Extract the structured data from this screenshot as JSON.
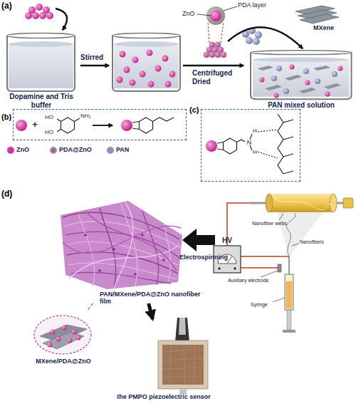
{
  "diagram": {
    "nodes": [
      {
        "text": [
          "Dopamine and Tris buffer"
        ]
      },
      {
        "text": [
          "PAN mixed solution"
        ]
      },
      {
        "text": [
          "HO",
          "HO",
          "NH₂",
          "+"
        ]
      },
      {
        "text": [
          "N",
          "H",
          "H"
        ]
      },
      {
        "text": [
          "PAN/MXene/PDA@ZnO nanofiber film"
        ]
      },
      {
        "text": [
          "HV"
        ]
      },
      {
        "text": [
          "MXene/PDA@ZnO"
        ]
      },
      {
        "text": [
          "the PMPO piezoelectric sensor"
        ]
      }
    ],
    "edges": [
      {
        "from": 4,
        "to": 6,
        "arrow": "none"
      },
      {
        "from": 4,
        "to": 7,
        "arrow": "to"
      }
    ],
    "labels": [
      "(a)",
      "PDA layer",
      "ZnO",
      "MXene",
      "Stirred",
      "Centrifuged Dried",
      "(b)",
      "(c)",
      "(d)",
      "Electrospinning",
      "Nanofiber webs",
      "Nanofibers",
      "Auxiliary electrode",
      "Syringe"
    ],
    "legend": [
      {
        "text": "ZnO",
        "color": "#d6339c"
      },
      {
        "text": "PDA@ZnO",
        "color": "#b5559f"
      },
      {
        "text": "PAN",
        "color": "#8a94b8"
      }
    ]
  }
}
